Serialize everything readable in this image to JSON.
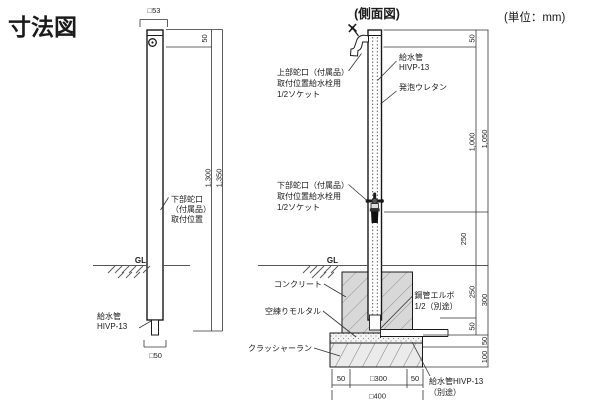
{
  "drawing": {
    "title": "寸法図",
    "unit_note": "(単位：mm)",
    "front_view": {
      "ground_label": "GL",
      "cap_width_dim": "□53",
      "top_to_faucet_dim": "50",
      "faucet_to_bottom_dim": "1,300",
      "total_length_dim": "1,350",
      "bottom_width_dim": "□50",
      "lower_faucet_note": [
        "下部蛇口",
        "（付属品）",
        "取付位置"
      ],
      "supply_pipe_note": [
        "給水管",
        "HIVP-13"
      ]
    },
    "side_view": {
      "title": "(側面図)",
      "ground_label": "GL",
      "upper_faucet_note": [
        "上部蛇口（付属品）",
        "取付位置給水栓用",
        "1/2ソケット"
      ],
      "lower_faucet_note": [
        "下部蛇口（付属品）",
        "取付位置給水栓用",
        "1/2ソケット"
      ],
      "supply_pipe_note": [
        "給水管",
        "HIVP-13"
      ],
      "foam_note": "発泡ウレタン",
      "concrete_note": "コンクリート",
      "mortar_note": "空練りモルタル",
      "crusher_note": "クラッシャーラン",
      "elbow_note": [
        "鋼管エルボ",
        "1/2（別途）"
      ],
      "buried_pipe_note": [
        "給水管HIVP-13",
        "（別途）"
      ],
      "vertical_dims": {
        "top_to_upper_faucet": "50",
        "upper_to_lower_faucet": "1,000",
        "top_to_lower_faucet": "1,050",
        "lower_faucet_to_gl": "250",
        "gl_to_concrete_bottom": "250",
        "gl_to_mortar_bottom": "300",
        "mortar_thickness": "50",
        "crusher_upper": "50",
        "crusher_lower": "100"
      },
      "base_dims": {
        "left_margin": "50",
        "concrete_width": "□300",
        "right_margin": "50",
        "total_width": "□400"
      }
    },
    "colors": {
      "line": "#1a1a1a",
      "concrete_fill": "#d8d8d8",
      "crusher_fill": "#ebebeb",
      "mortar_fill": "#f4f4f4"
    }
  }
}
